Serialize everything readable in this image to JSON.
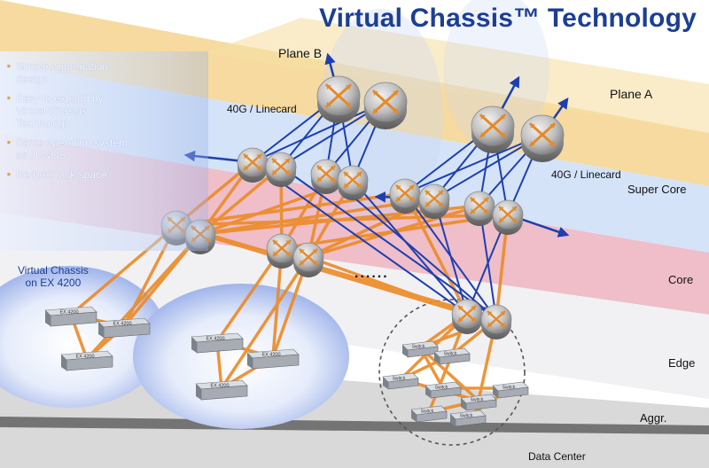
{
  "title": "Virtual Chassis™ Technology",
  "bullets": [
    "Simple Aggregation design",
    "Easy to expand by Virtual Chassis Technology",
    "Same operation system as JUNOS",
    "Reduce rack space"
  ],
  "labels": {
    "plane_b": "Plane B",
    "plane_a": "Plane A",
    "linecard_left": "40G / Linecard",
    "linecard_right": "40G / Linecard",
    "super_core": "Super Core",
    "core": "Core",
    "edge": "Edge",
    "aggr": "Aggr.",
    "data_center": "Data Center",
    "vc_line1": "Virtual Chassis",
    "vc_line2": "on EX 4200",
    "ellipsis": "......"
  },
  "switch_label": "EX 4200",
  "edge_switch_label": "Switch",
  "colors": {
    "title": "#1c3f94",
    "layer_super_core": "#f4d48e",
    "layer_core": "#cfe0f7",
    "layer_edge": "#ecb3bf",
    "layer_aggr": "#d9d9d9",
    "link_orange": "#ec8a25",
    "link_blue": "#1d3fb0",
    "bullet_marker": "#f39c2a"
  },
  "icons": [
    "router-icon",
    "switch-icon",
    "arrow-icon"
  ]
}
